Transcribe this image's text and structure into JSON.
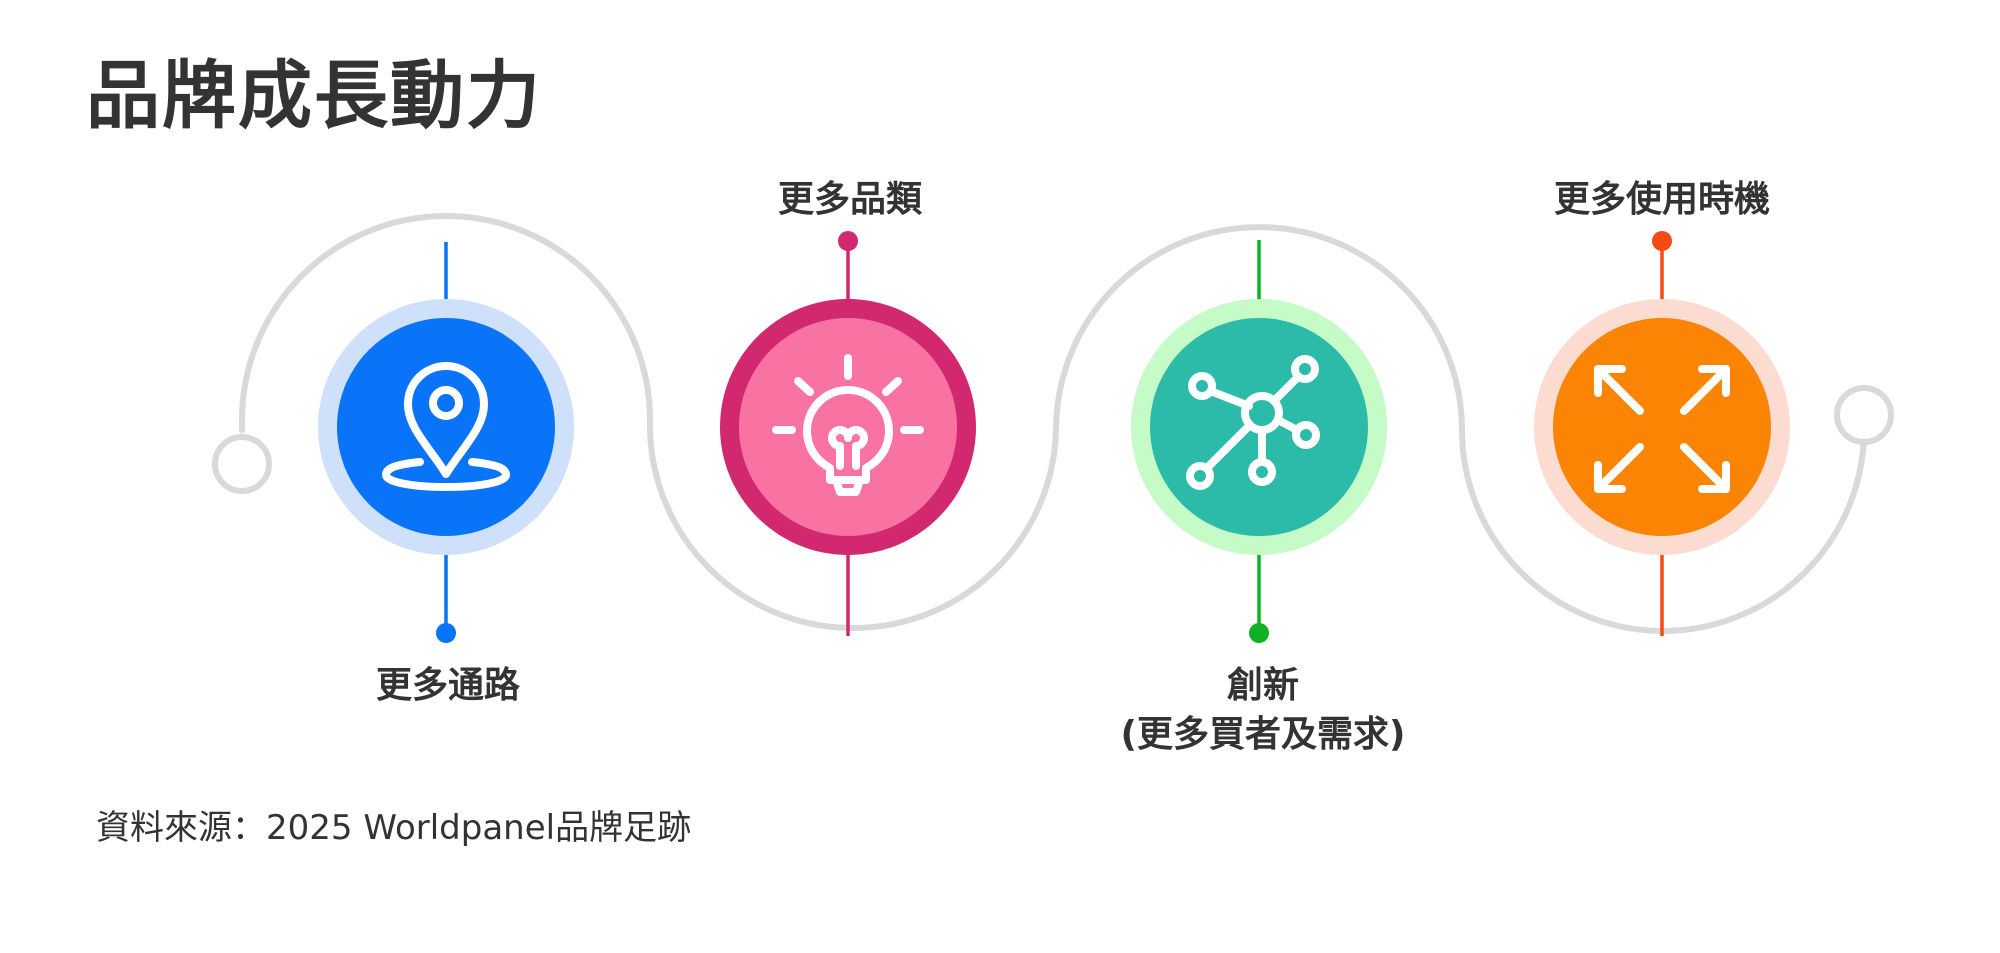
{
  "title": "品牌成長動力",
  "source": "資料來源：2025 Worldpanel品牌足跡",
  "colors": {
    "track": "#d9d9d9",
    "node1_main": "#0a74f8",
    "node1_ring": "#cfe0fb",
    "node2_main": "#f872a2",
    "node2_ring": "#d1286f",
    "node3_main": "#2dbba9",
    "node3_ring": "#c4fbc6",
    "node3_accent": "#0fb222",
    "node4_main": "#fc8404",
    "node4_ring": "#fcdcd0",
    "node4_accent": "#f44a14"
  },
  "nodes": [
    {
      "label": "更多通路",
      "icon": "location-pin-icon"
    },
    {
      "label": "更多品類",
      "icon": "lightbulb-icon"
    },
    {
      "label_line1": "創新",
      "label_line2": "(更多買者及需求)",
      "icon": "network-hub-icon"
    },
    {
      "label": "更多使用時機",
      "icon": "expand-arrows-icon"
    }
  ]
}
